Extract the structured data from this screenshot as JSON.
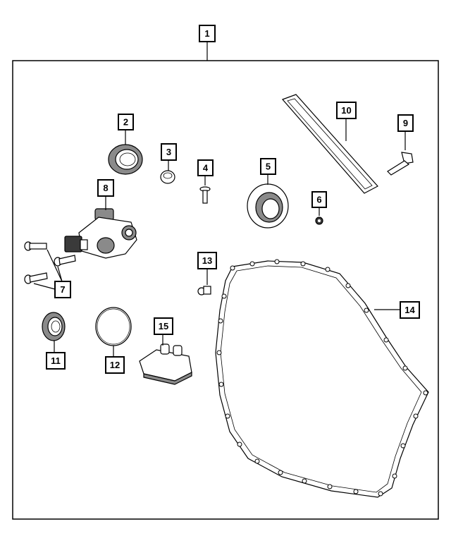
{
  "callouts": {
    "c1": "1",
    "c2": "2",
    "c3": "3",
    "c4": "4",
    "c5": "5",
    "c6": "6",
    "c7": "7",
    "c8": "8",
    "c9": "9",
    "c10": "10",
    "c11": "11",
    "c12": "12",
    "c13": "13",
    "c14": "14",
    "c15": "15"
  },
  "colors": {
    "line": "#000000",
    "background": "#ffffff",
    "part_fill": "#8a8a8a"
  }
}
